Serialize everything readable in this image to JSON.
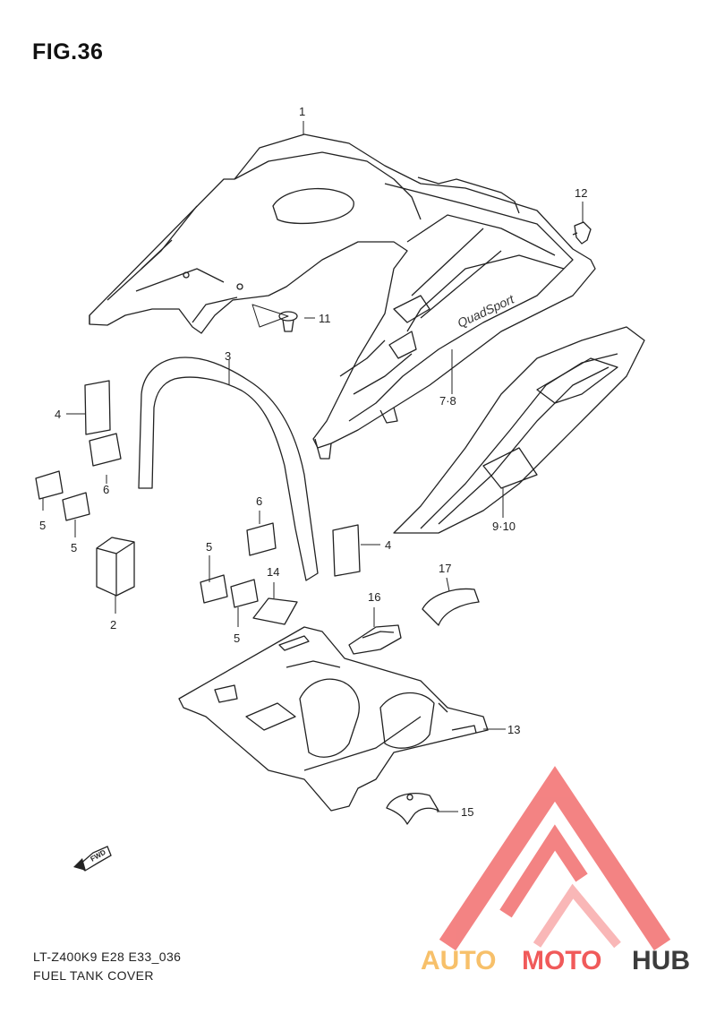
{
  "figure": {
    "title": "FIG.36"
  },
  "callouts": [
    {
      "id": "c1",
      "label": "1"
    },
    {
      "id": "c2",
      "label": "2"
    },
    {
      "id": "c3",
      "label": "3"
    },
    {
      "id": "c4a",
      "label": "4"
    },
    {
      "id": "c4b",
      "label": "4"
    },
    {
      "id": "c5a",
      "label": "5"
    },
    {
      "id": "c5b",
      "label": "5"
    },
    {
      "id": "c5c",
      "label": "5"
    },
    {
      "id": "c5d",
      "label": "5"
    },
    {
      "id": "c6a",
      "label": "6"
    },
    {
      "id": "c6b",
      "label": "6"
    },
    {
      "id": "c78",
      "label": "7·8"
    },
    {
      "id": "c910",
      "label": "9·10"
    },
    {
      "id": "c11",
      "label": "11"
    },
    {
      "id": "c12",
      "label": "12"
    },
    {
      "id": "c13",
      "label": "13"
    },
    {
      "id": "c14",
      "label": "14"
    },
    {
      "id": "c15",
      "label": "15"
    },
    {
      "id": "c16",
      "label": "16"
    },
    {
      "id": "c17",
      "label": "17"
    }
  ],
  "decal_text": "QuadSport",
  "fwd_symbol": "FWD",
  "footer": {
    "model_code": "LT-Z400K9 E28 E33_036",
    "part_name": "FUEL TANK COVER"
  },
  "watermark": {
    "part1": "AUTO",
    "part2": "MOTO",
    "part3": "HUB",
    "color_light": "#f7c06a",
    "color_red": "#f05a5a",
    "color_dark": "#3c3c3c"
  }
}
